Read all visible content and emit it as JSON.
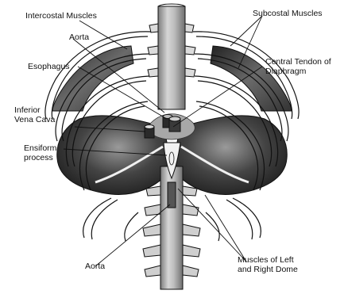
{
  "labels": {
    "intercostal_muscles": "Intercostal Muscles",
    "subcostal_muscles": "Subcostal Muscles",
    "aorta_upper": "Aorta",
    "central_tendon": {
      "line1": "Central Tendon of",
      "line2": "Diaphragm"
    },
    "esophagus": "Esophagus",
    "inferior_vena_cava": {
      "line1": "Inferior",
      "line2": "Vena Cava"
    },
    "ensiform_process": {
      "line1": "Ensiform",
      "line2": "process"
    },
    "aorta_lower": "Aorta",
    "muscles_left_right_dome": {
      "line1": "Muscles of Left",
      "line2": "and Right Dome"
    }
  },
  "colors": {
    "ink": "#111111",
    "muscle_dark": "#2b2b2b",
    "muscle_mid": "#6a6a6a",
    "bone": "#f2f2f2",
    "spine_shade": "#9a9a9a",
    "background": "#ffffff"
  }
}
